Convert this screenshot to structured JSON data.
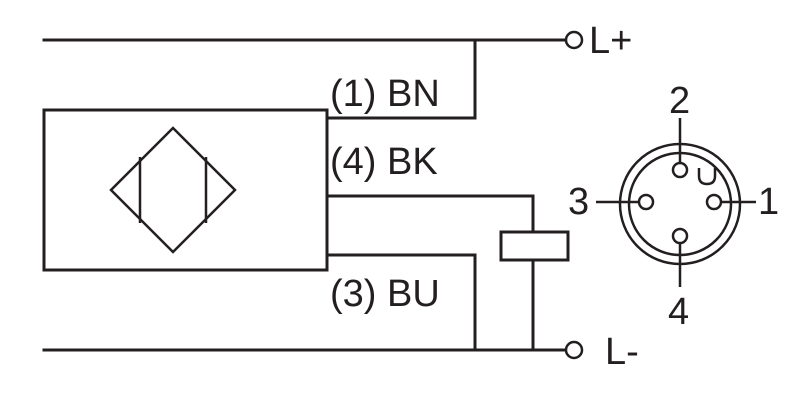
{
  "wires": {
    "bn_label": "(1) BN",
    "bk_label": "(4) BK",
    "bu_label": "(3) BU"
  },
  "terminals": {
    "positive": "L+",
    "negative": "L-"
  },
  "connector": {
    "pin1": "1",
    "pin2": "2",
    "pin3": "3",
    "pin4": "4"
  },
  "colors": {
    "line": "#231f20",
    "background": "#ffffff"
  }
}
